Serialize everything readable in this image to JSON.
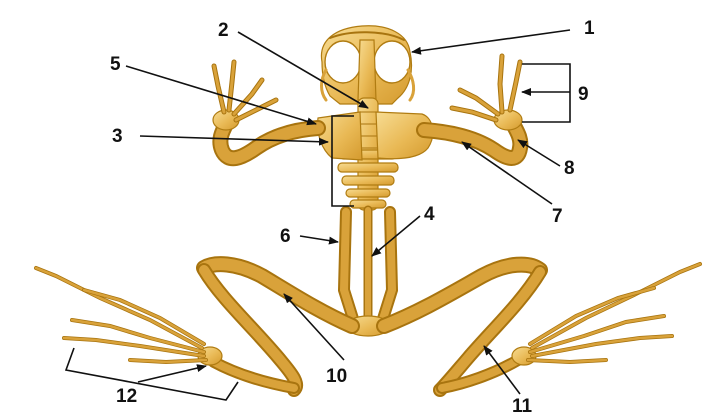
{
  "diagram": {
    "labels": [
      "1",
      "2",
      "3",
      "4",
      "5",
      "6",
      "7",
      "8",
      "9",
      "10",
      "11",
      "12"
    ]
  },
  "colors": {
    "bone_light": "#f3cf78",
    "bone_mid": "#e3b04e",
    "bone_outline": "#b07c12",
    "leader": "#111111",
    "background": "#ffffff"
  }
}
